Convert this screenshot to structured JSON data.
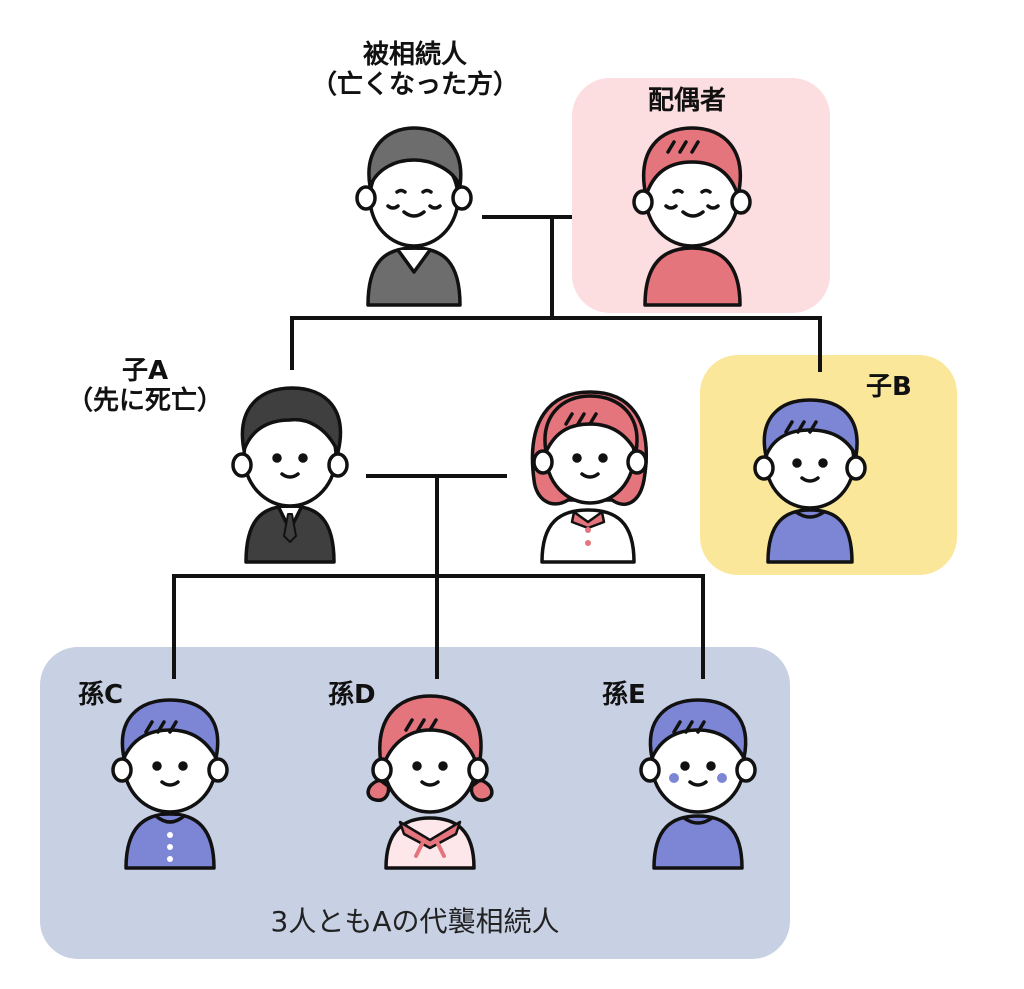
{
  "labels": {
    "deceased_line1": "被相続人",
    "deceased_line2": "（亡くなった方）",
    "spouse": "配偶者",
    "child_a_line1": "子A",
    "child_a_line2": "（先に死亡）",
    "child_b": "子B",
    "grandchild_c": "孫C",
    "grandchild_d": "孫D",
    "grandchild_e": "孫E",
    "caption": "3人ともAの代襲相続人"
  },
  "colors": {
    "spouse_box": "#fcdde0",
    "child_b_box": "#fbe79a",
    "grandchildren_box": "#c8d0e4",
    "deceased_gray": "#6d6d6d",
    "child_a_gray": "#3f3f3f",
    "pink": "#e4757d",
    "blue": "#7d86d4",
    "line": "#111111"
  },
  "icons": {
    "deceased": "elderly-man-gray-icon",
    "spouse": "elderly-woman-pink-icon",
    "child_a": "man-in-suit-gray-icon",
    "child_a_spouse": "woman-pink-icon",
    "child_b": "boy-blue-icon",
    "grandchild_c": "boy-uniform-blue-icon",
    "grandchild_d": "girl-sailor-pink-icon",
    "grandchild_e": "boy-blue-cheeks-icon"
  }
}
